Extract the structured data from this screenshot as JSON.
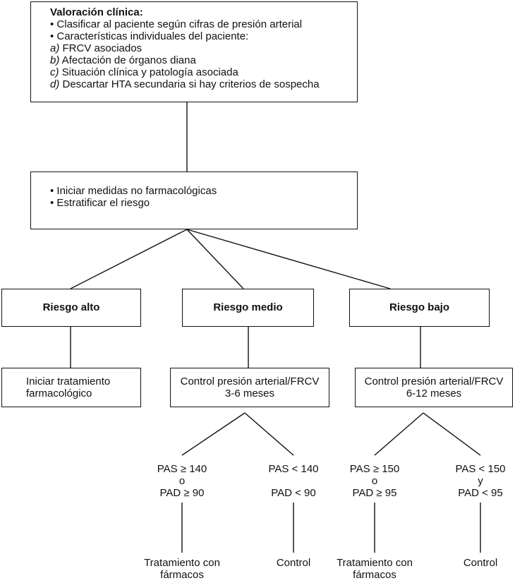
{
  "assessment": {
    "title": "Valoración clínica:",
    "bullet1": "• Clasificar al paciente según cifras de presión arterial",
    "bullet2": "• Características individuales del paciente:",
    "items": [
      {
        "letter": "a)",
        "text": " FRCV asociados"
      },
      {
        "letter": "b)",
        "text": " Afectación de órganos diana"
      },
      {
        "letter": "c)",
        "text": " Situación clínica y patología asociada"
      },
      {
        "letter": "d)",
        "text": " Descartar HTA secundaria si hay criterios de sospecha"
      }
    ]
  },
  "initial": {
    "bullet1": "• Iniciar medidas no farmacológicas",
    "bullet2": "• Estratificar el riesgo"
  },
  "risk": {
    "high": "Riesgo alto",
    "medium": "Riesgo medio",
    "low": "Riesgo bajo"
  },
  "actions": {
    "high": {
      "line1": "Iniciar tratamiento",
      "line2": "farmacológico"
    },
    "medium": {
      "line1": "Control presión arterial/FRCV",
      "line2": "3-6 meses"
    },
    "low": {
      "line1": "Control presión arterial/FRCV",
      "line2": "6-12 meses"
    }
  },
  "criteria": {
    "medium_high": {
      "line1": "PAS ≥ 140",
      "line2": "o",
      "line3": "PAD ≥ 90"
    },
    "medium_low": {
      "line1": "PAS < 140",
      "line2": "",
      "line3": "PAD < 90"
    },
    "low_high": {
      "line1": "PAS ≥ 150",
      "line2": "o",
      "line3": "PAD ≥ 95"
    },
    "low_low": {
      "line1": "PAS < 150",
      "line2": "y",
      "line3": "PAD < 95"
    }
  },
  "outcomes": {
    "medium_high": {
      "line1": "Tratamiento con",
      "line2": "fármacos"
    },
    "medium_low": {
      "line1": "Control",
      "line2": ""
    },
    "low_high": {
      "line1": "Tratamiento con",
      "line2": "fármacos"
    },
    "low_low": {
      "line1": "Control",
      "line2": ""
    }
  }
}
